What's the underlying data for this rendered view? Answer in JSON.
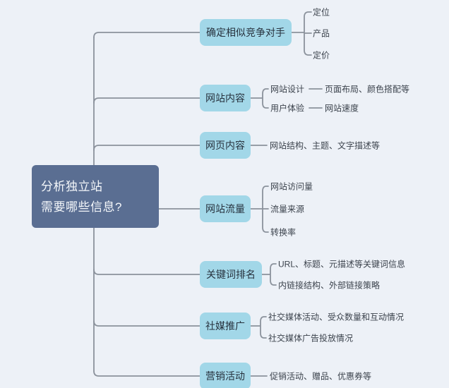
{
  "title": "分析独立站需要哪些信息?",
  "root": {
    "line1": "分析独立站",
    "line2": "需要哪些信息?"
  },
  "colors": {
    "background": "#edf1f7",
    "root_node_bg": "#5a6e92",
    "root_node_text": "#f4f7fa",
    "branch_node_bg": "#a2d7e8",
    "branch_node_text": "#27323e",
    "connector_line": "#8b929c",
    "child_text": "#3c434d"
  },
  "branches": [
    {
      "label": "确定相似竞争对手",
      "children": [
        {
          "text": "定位"
        },
        {
          "text": "产品"
        },
        {
          "text": "定价"
        }
      ]
    },
    {
      "label": "网站内容",
      "children": [
        {
          "text": "网站设计",
          "sub": "页面布局、颜色搭配等"
        },
        {
          "text": "用户体验",
          "sub": "网站速度"
        }
      ]
    },
    {
      "label": "网页内容",
      "children": [
        {
          "text": "网站结构、主题、文字描述等"
        }
      ]
    },
    {
      "label": "网站流量",
      "children": [
        {
          "text": "网站访问量"
        },
        {
          "text": "流量来源"
        },
        {
          "text": "转换率"
        }
      ]
    },
    {
      "label": "关键词排名",
      "children": [
        {
          "text": "URL、标题、元描述等关键词信息"
        },
        {
          "text": "内链接结构、外部链接策略"
        }
      ]
    },
    {
      "label": "社媒推广",
      "children": [
        {
          "text": "社交媒体活动、受众数量和互动情况"
        },
        {
          "text": "社交媒体广告投放情况"
        }
      ]
    },
    {
      "label": "营销活动",
      "children": [
        {
          "text": "促销活动、赠品、优惠券等"
        }
      ]
    }
  ]
}
